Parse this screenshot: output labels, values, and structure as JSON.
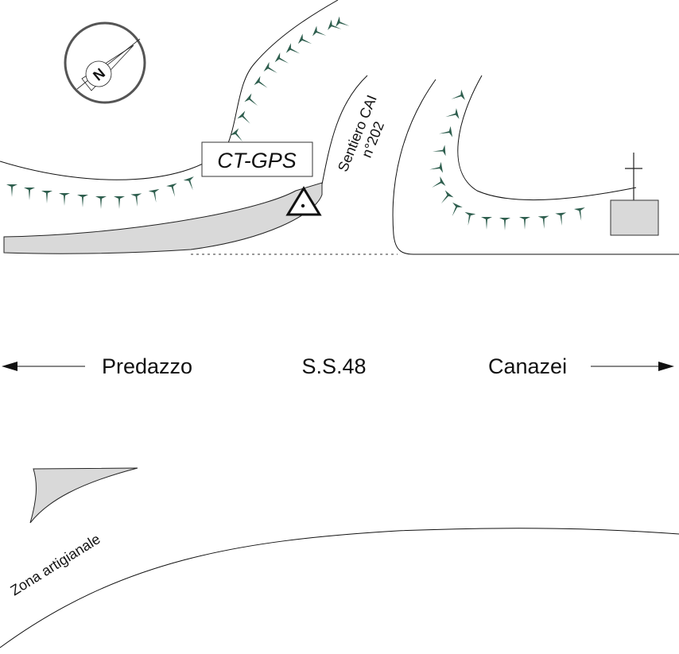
{
  "labels": {
    "station": "CT-GPS",
    "trail_line1": "Sentiero CAI",
    "trail_line2": "n°202",
    "west": "Predazzo",
    "road": "S.S.48",
    "east": "Canazei",
    "zone": "Zona artigianale",
    "north": "N"
  },
  "colors": {
    "scarp": "#2e5e4e",
    "fill": "#d9d9d9",
    "line": "#111111"
  },
  "icons": [
    "compass-icon",
    "gps-station-triangle-icon",
    "cross-icon",
    "arrow-left-icon",
    "arrow-right-icon"
  ]
}
